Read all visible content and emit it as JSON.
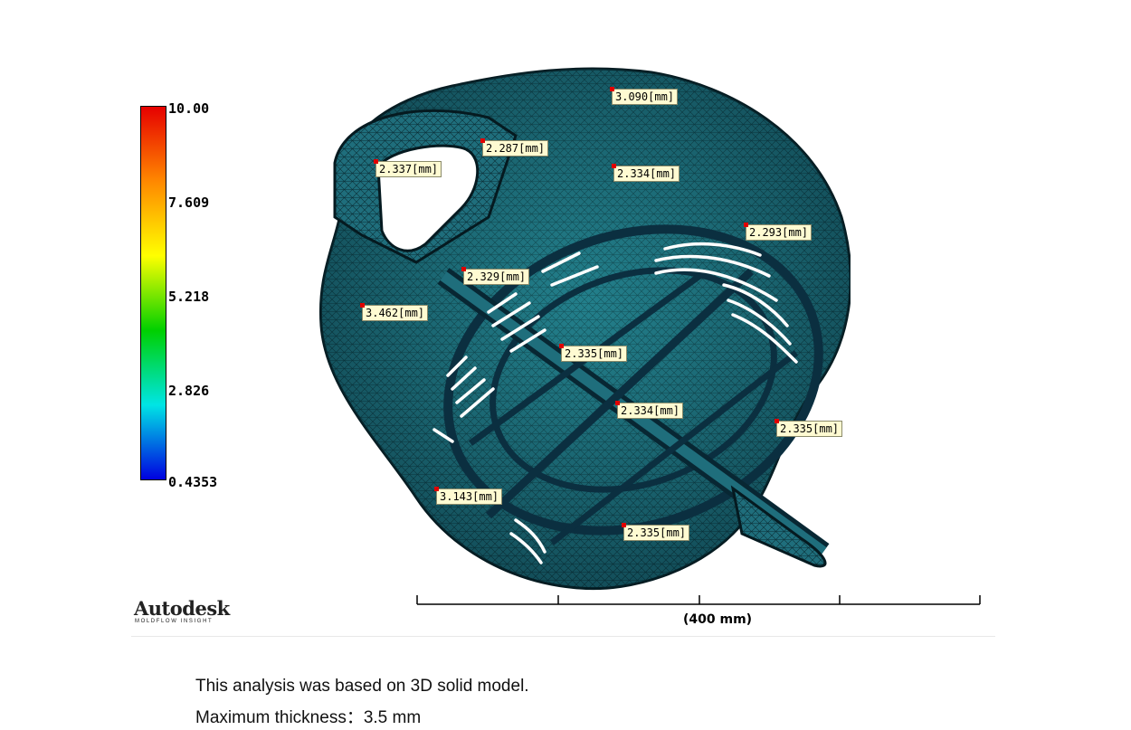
{
  "legend": {
    "max": "10.00",
    "v2": "7.609",
    "v3": "5.218",
    "v4": "2.826",
    "min": "0.4353",
    "gradient_colors": [
      "#e60000",
      "#ff8800",
      "#ffff00",
      "#00d000",
      "#00e5e5",
      "#0000e0"
    ]
  },
  "model": {
    "mesh_color": "#1d6a78",
    "dark_color": "#0a2a33",
    "labels": [
      {
        "text": "3.090[mm]"
      },
      {
        "text": "2.287[mm]"
      },
      {
        "text": "2.337[mm]"
      },
      {
        "text": "2.334[mm]"
      },
      {
        "text": "2.293[mm]"
      },
      {
        "text": "2.329[mm]"
      },
      {
        "text": "3.462[mm]"
      },
      {
        "text": "2.335[mm]"
      },
      {
        "text": "2.334[mm]"
      },
      {
        "text": "2.335[mm]"
      },
      {
        "text": "3.143[mm]"
      },
      {
        "text": "2.335[mm]"
      }
    ]
  },
  "scale": {
    "label": "(400 mm)"
  },
  "brand": {
    "name": "Autodesk",
    "sub": "MOLDFLOW INSIGHT"
  },
  "notes": {
    "line1": "This analysis was based on 3D solid model.",
    "line2": "Maximum thickness：3.5 mm"
  }
}
